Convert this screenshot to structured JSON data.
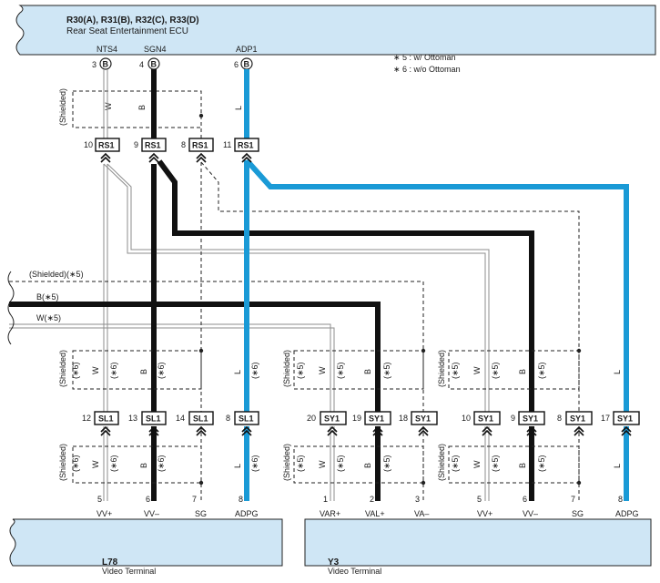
{
  "top_ecu": {
    "title": "R30(A), R31(B), R32(C), R33(D)",
    "subtitle": "Rear Seat Entertainment ECU",
    "pins": [
      {
        "name": "NTS4",
        "num": "3",
        "conn": "B"
      },
      {
        "name": "SGN4",
        "num": "4",
        "conn": "B"
      },
      {
        "name": "ADP1",
        "num": "6",
        "conn": "B"
      }
    ]
  },
  "legend": [
    "∗ 5 : w/ Ottoman",
    "∗ 6 : w/o Ottoman"
  ],
  "wire_labels": {
    "shielded": "(Shielded)",
    "w": "W",
    "b": "B",
    "l": "L",
    "n5": "(∗5)",
    "n6": "(∗6)",
    "shielded5": "(Shielded)(∗5)",
    "b5": "B(∗5)",
    "w5": "W(∗5)"
  },
  "rs1_connectors": [
    {
      "num": "10",
      "label": "RS1"
    },
    {
      "num": "9",
      "label": "RS1"
    },
    {
      "num": "8",
      "label": "RS1"
    },
    {
      "num": "11",
      "label": "RS1"
    }
  ],
  "sl1_connectors": [
    {
      "num": "12",
      "label": "SL1"
    },
    {
      "num": "13",
      "label": "SL1"
    },
    {
      "num": "14",
      "label": "SL1"
    },
    {
      "num": "8",
      "label": "SL1"
    }
  ],
  "sy1_connectors": [
    {
      "num": "20",
      "label": "SY1"
    },
    {
      "num": "19",
      "label": "SY1"
    },
    {
      "num": "18",
      "label": "SY1"
    },
    {
      "num": "10",
      "label": "SY1"
    },
    {
      "num": "9",
      "label": "SY1"
    },
    {
      "num": "8",
      "label": "SY1"
    },
    {
      "num": "17",
      "label": "SY1"
    }
  ],
  "l78": {
    "id": "L78",
    "name": "Video Terminal",
    "pins": [
      {
        "num": "5",
        "name": "VV+"
      },
      {
        "num": "6",
        "name": "VV–"
      },
      {
        "num": "7",
        "name": "SG"
      },
      {
        "num": "8",
        "name": "ADPG"
      }
    ]
  },
  "y3": {
    "id": "Y3",
    "name": "Video Terminal",
    "pins": [
      {
        "num": "1",
        "name": "VAR+"
      },
      {
        "num": "2",
        "name": "VAL+"
      },
      {
        "num": "3",
        "name": "VA–"
      },
      {
        "num": "5",
        "name": "VV+"
      },
      {
        "num": "6",
        "name": "VV–"
      },
      {
        "num": "7",
        "name": "SG"
      },
      {
        "num": "8",
        "name": "ADPG"
      }
    ]
  },
  "colors": {
    "component_fill": "#cfe6f5",
    "blue_wire": "#1a9ad6",
    "black_wire": "#111111",
    "white_wire": "#9a9a9a"
  }
}
